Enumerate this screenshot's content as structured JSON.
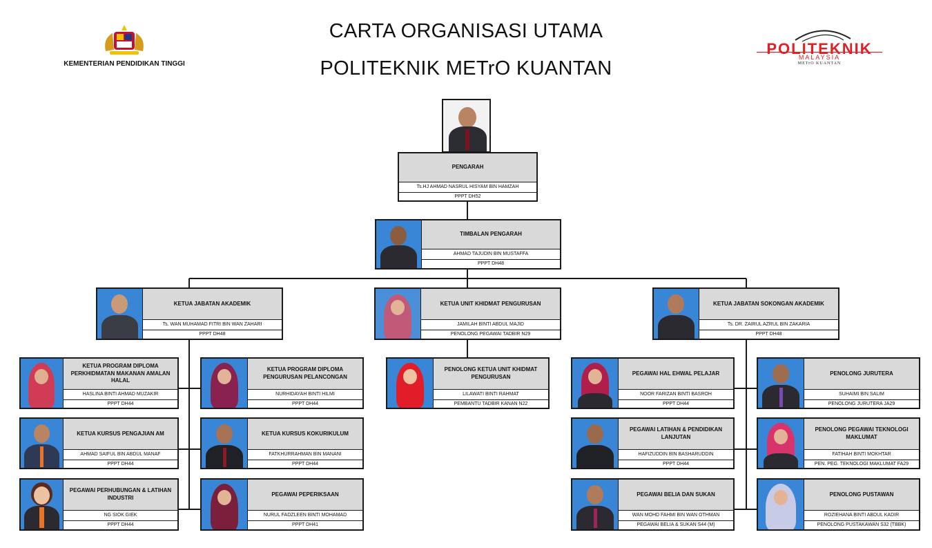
{
  "header": {
    "title_line1": "CARTA ORGANISASI UTAMA",
    "title_line2": "POLITEKNIK METrO KUANTAN",
    "ministry": "KEMENTERIAN PENDIDIKAN TINGGI",
    "logo_main": "POLITEKNIK",
    "logo_sub": "MALAYSIA",
    "logo_campus": "METrO KUANTAN",
    "logo_color": "#e31e24"
  },
  "cards": [
    {
      "title": "PENGARAH",
      "name": "Ts.HJ AHMAD NASRUL HISYAM BIN HAMZAH",
      "grade": "PPPT DH52"
    },
    {
      "title": "TIMBALAN PENGARAH",
      "name": "AHMAD TAJUDIN BIN MUSTAFFA",
      "grade": "PPPT DH48"
    },
    {
      "title": "KETUA JABATAN AKADEMIK",
      "name": "Ts. WAN MUHAMAD FITRI BIN WAN ZAHARI",
      "grade": "PPPT DH48"
    },
    {
      "title": "KETUA UNIT KHIDMAT PENGURUSAN",
      "name": "JAMILAH BINTI ABDUL MAJID",
      "grade": "PENOLONG PEGAWAI TADBIR N29"
    },
    {
      "title": "KETUA JABATAN SOKONGAN AKADEMIK",
      "name": "Ts. DR. ZAIRUL AZRUL BIN ZAKARIA",
      "grade": "PPPT DH48"
    },
    {
      "title": "KETUA PROGRAM DIPLOMA PERKHIDMATAN MAKANAN AMALAN HALAL",
      "name": "HASLINA BINTI AHMAD MUZAKIR",
      "grade": "PPPT DH44"
    },
    {
      "title": "KETUA PROGRAM DIPLOMA PENGURUSAN PELANCONGAN",
      "name": "NURHIDAYAH BINTI HILMI",
      "grade": "PPPT DH44"
    },
    {
      "title": "KETUA KURSUS PENGAJIAN AM",
      "name": "AHMAD SAIFUL BIN ABDUL MANAF",
      "grade": "PPPT DH44"
    },
    {
      "title": "KETUA KURSUS KOKURIKULUM",
      "name": "FATKHURRAHMAN BIN MANANI",
      "grade": "PPPT DH44"
    },
    {
      "title": "PEGAWAI PERHUBUNGAN & LATIHAN INDUSTRI",
      "name": "NG SIOK GIEK",
      "grade": "PPPT DH44"
    },
    {
      "title": "PEGAWAI PEPERIKSAAN",
      "name": "NURUL FADZLEEN BINTI MOHAMAD",
      "grade": "PPPT DH41"
    },
    {
      "title": "PENOLONG KETUA UNIT KHIDMAT PENGURUSAN",
      "name": "LILAWATI BINTI RAHMAT",
      "grade": "PEMBANTU TADBIR KANAN N22"
    },
    {
      "title": "PEGAWAI HAL EHWAL PELAJAR",
      "name": "NOOR FARIZAN BINTI BASROH",
      "grade": "PPPT DH44"
    },
    {
      "title": "PENOLONG JURUTERA",
      "name": "SUHAIMI BIN SALIM",
      "grade": "PENOLONG JURUTERA JA29"
    },
    {
      "title": "PEGAWAI LATIHAN & PENDIDIKAN LANJUTAN",
      "name": "HAFIZUDDIN BIN BASHARUDDIN",
      "grade": "PPPT DH44"
    },
    {
      "title": "PENOLONG PEGAWAI TEKNOLOGI MAKLUMAT",
      "name": "FATIHAH BINTI MOKHTAR",
      "grade": "PEN. PEG. TEKNOLOGI MAKLUMAT FA29"
    },
    {
      "title": "PEGAWAI BELIA DAN SUKAN",
      "name": "WAN MOHD FAHMI BIN WAN OTHMAN",
      "grade": "PEGAWAI BELIA & SUKAN S44 (M)"
    },
    {
      "title": "PENOLONG PUSTAWAN",
      "name": "ROZIEHANA BINTI ABDUL KADIR",
      "grade": "PENOLONG PUSTAKAWAN S32 (TBBK)"
    }
  ]
}
